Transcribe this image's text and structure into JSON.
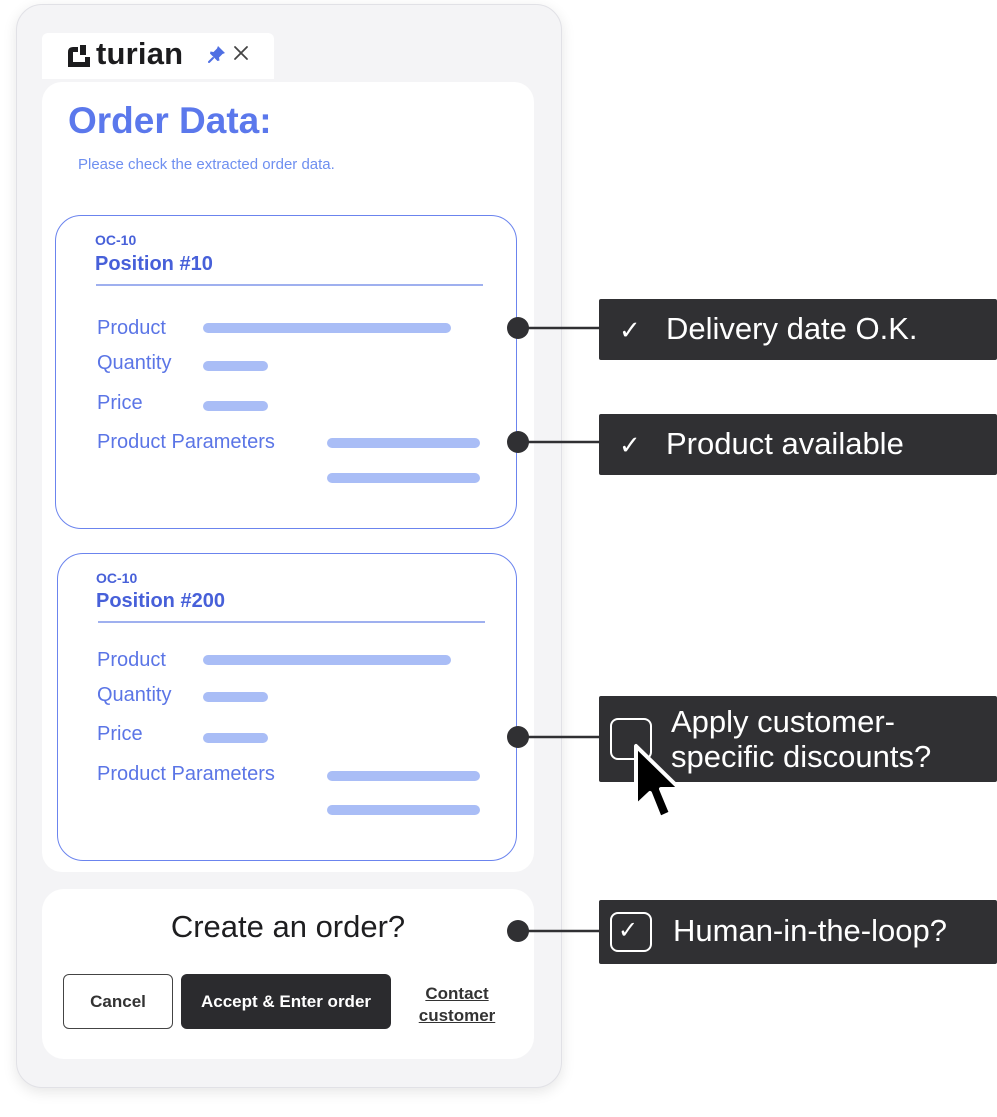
{
  "app": {
    "brand": "turian",
    "pin_icon": "pin-icon",
    "close_icon": "close-icon"
  },
  "order": {
    "title": "Order Data:",
    "subtitle": "Please check the extracted order data.",
    "positions": [
      {
        "code": "OC-10",
        "title": "Position #10",
        "fields": [
          "Product",
          "Quantity",
          "Price",
          "Product Parameters"
        ]
      },
      {
        "code": "OC-10",
        "title": "Position #200",
        "fields": [
          "Product",
          "Quantity",
          "Price",
          "Product Parameters"
        ]
      }
    ]
  },
  "action": {
    "question": "Create an order?",
    "cancel_label": "Cancel",
    "accept_label": "Accept & Enter order",
    "contact_line1": "Contact",
    "contact_line2": "customer"
  },
  "callouts": {
    "delivery": {
      "check": "✓",
      "text": "Delivery date O.K."
    },
    "available": {
      "check": "✓",
      "text": "Product available"
    },
    "discount": {
      "line1": "Apply customer-",
      "line2": "specific discounts?",
      "checked": false
    },
    "human": {
      "check": "✓",
      "text": "Human-in-the-loop?",
      "checked": true
    }
  },
  "colors": {
    "accent": "#5b78ec",
    "bar": "#a9bdf6",
    "callout_bg": "#303033",
    "dark_button": "#2b2b2e"
  }
}
